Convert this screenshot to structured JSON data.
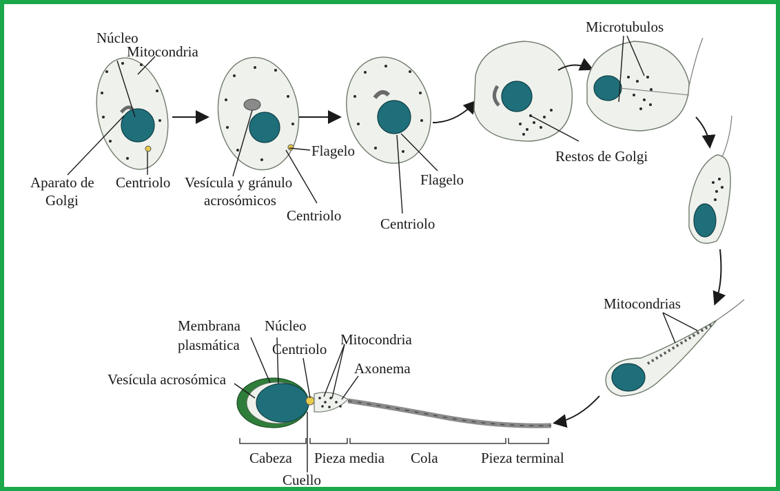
{
  "colors": {
    "frame": "#1aa84b",
    "nucleus": "#1f6f7a",
    "cytoplasm": "#eef1ec",
    "acrosome": "#2f7d3a",
    "centriole": "#e8c94a"
  },
  "stage1": {
    "nucleo": "Núcleo",
    "mitocondria": "Mitocondria",
    "aparato_1": "Aparato de",
    "aparato_2": "Golgi",
    "centriolo": "Centriolo"
  },
  "stage2": {
    "vesicula_1": "Vesícula y gránulo",
    "vesicula_2": "acrosómicos",
    "flagelo": "Flagelo",
    "centriolo": "Centriolo"
  },
  "stage3": {
    "flagelo": "Flagelo",
    "centriolo": "Centriolo"
  },
  "stage4": {
    "restos": "Restos de Golgi"
  },
  "stage5": {
    "microtubulos": "Microtubulos"
  },
  "stage7": {
    "mitocondrias": "Mitocondrias"
  },
  "sperm": {
    "membrana_1": "Membrana",
    "membrana_2": "plasmática",
    "nucleo": "Núcleo",
    "centriolo": "Centriolo",
    "mitocondria": "Mitocondria",
    "axonema": "Axonema",
    "vesicula": "Vesícula acrosómica",
    "cabeza": "Cabeza",
    "cuello": "Cuello",
    "pieza_media": "Pieza media",
    "cola": "Cola",
    "pieza_terminal": "Pieza terminal"
  }
}
